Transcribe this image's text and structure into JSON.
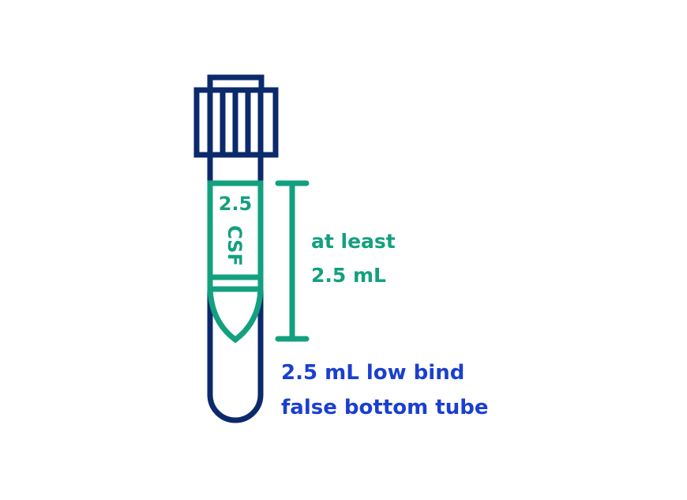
{
  "diagram": {
    "tube_label": {
      "volume": "2.5",
      "sample": "CSF"
    },
    "volume_note": {
      "line1": "at least",
      "line2": "2.5 mL"
    },
    "tube_description": {
      "line1": "2.5 mL low bind",
      "line2": "false bottom tube"
    },
    "colors": {
      "tube_outline": "#0b2a6b",
      "sample_green": "#13a07e",
      "description_blue": "#1a3fd0",
      "background": "#ffffff"
    }
  }
}
